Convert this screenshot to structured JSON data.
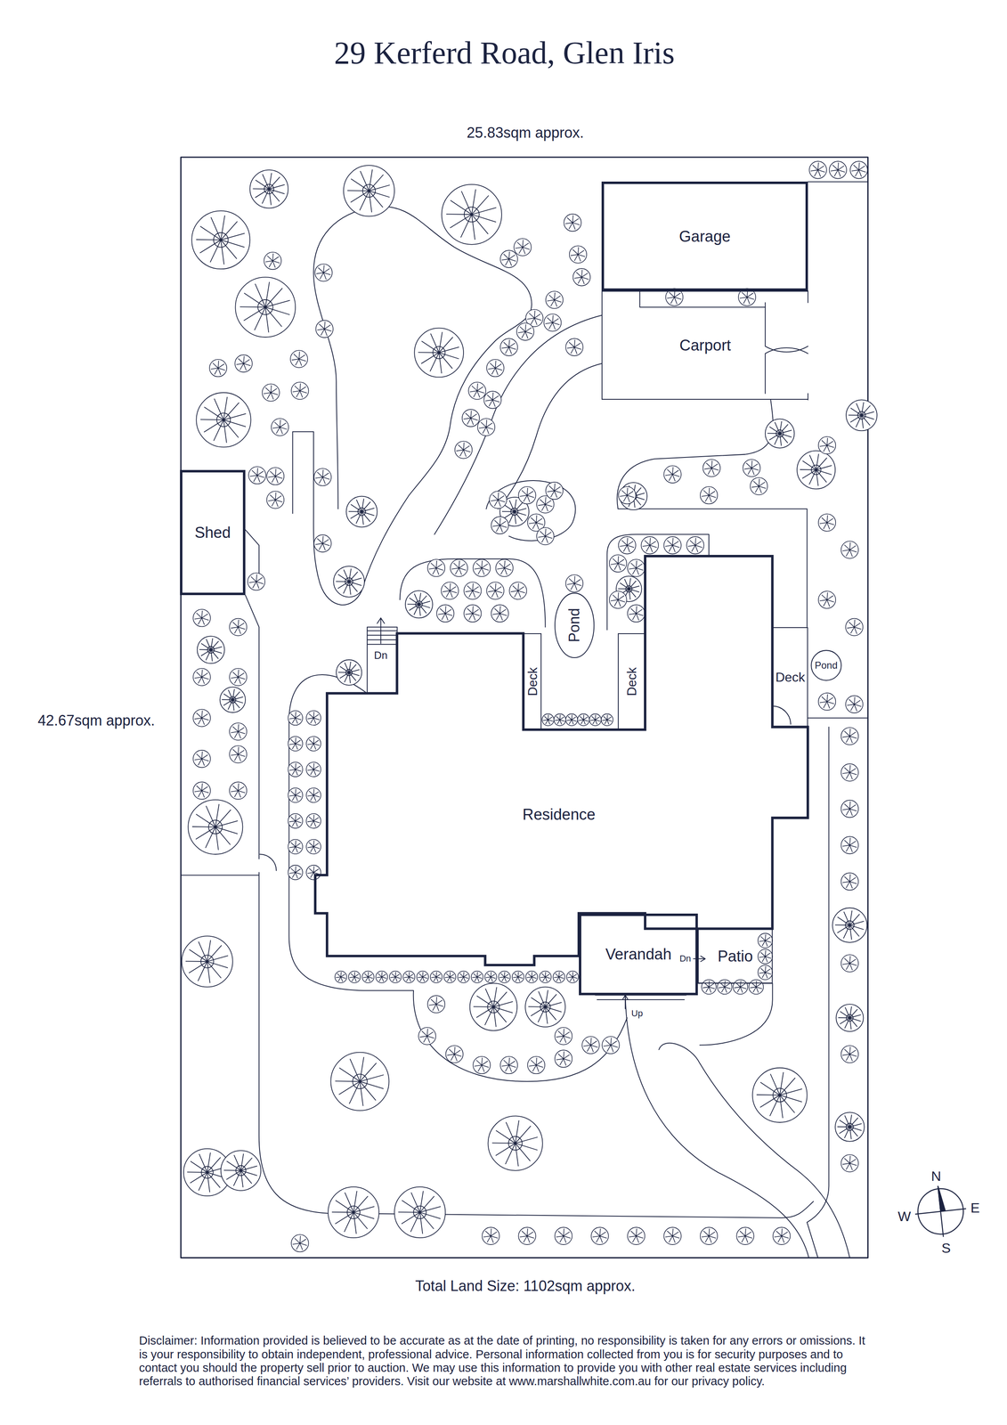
{
  "diagram": {
    "title": "29 Kerferd Road, Glen Iris",
    "nodes": [
      {
        "text": [
          "Garage"
        ]
      },
      {
        "text": [
          "Carport"
        ]
      },
      {
        "text": [
          "Shed"
        ]
      },
      {
        "text": [
          "Pond"
        ]
      },
      {
        "text": [
          "Pond"
        ]
      },
      {
        "text": [
          "Deck"
        ]
      },
      {
        "text": [
          "Deck"
        ]
      },
      {
        "text": [
          "Deck"
        ]
      },
      {
        "text": [
          "Residence"
        ]
      },
      {
        "text": [
          "Verandah"
        ]
      },
      {
        "text": [
          "Patio"
        ]
      }
    ],
    "labels": [
      "25.83sqm approx.",
      "42.67sqm approx.",
      "Dn",
      "Dn",
      "Up",
      "N",
      "E",
      "S",
      "W",
      "Total Land Size: 1102sqm approx.",
      "Disclaimer: Information provided is believed to be accurate as at the date of printing, no responsibility is taken for any errors or omissions. It is your responsibility to obtain independent, professional advice. Personal information collected from you is for security purposes and to contact you should the property sell prior to auction. We may use this information to provide you with other real estate services including referrals to authorised financial services’ providers. Visit our website at www.marshallwhite.com.au for our privacy policy."
    ]
  }
}
